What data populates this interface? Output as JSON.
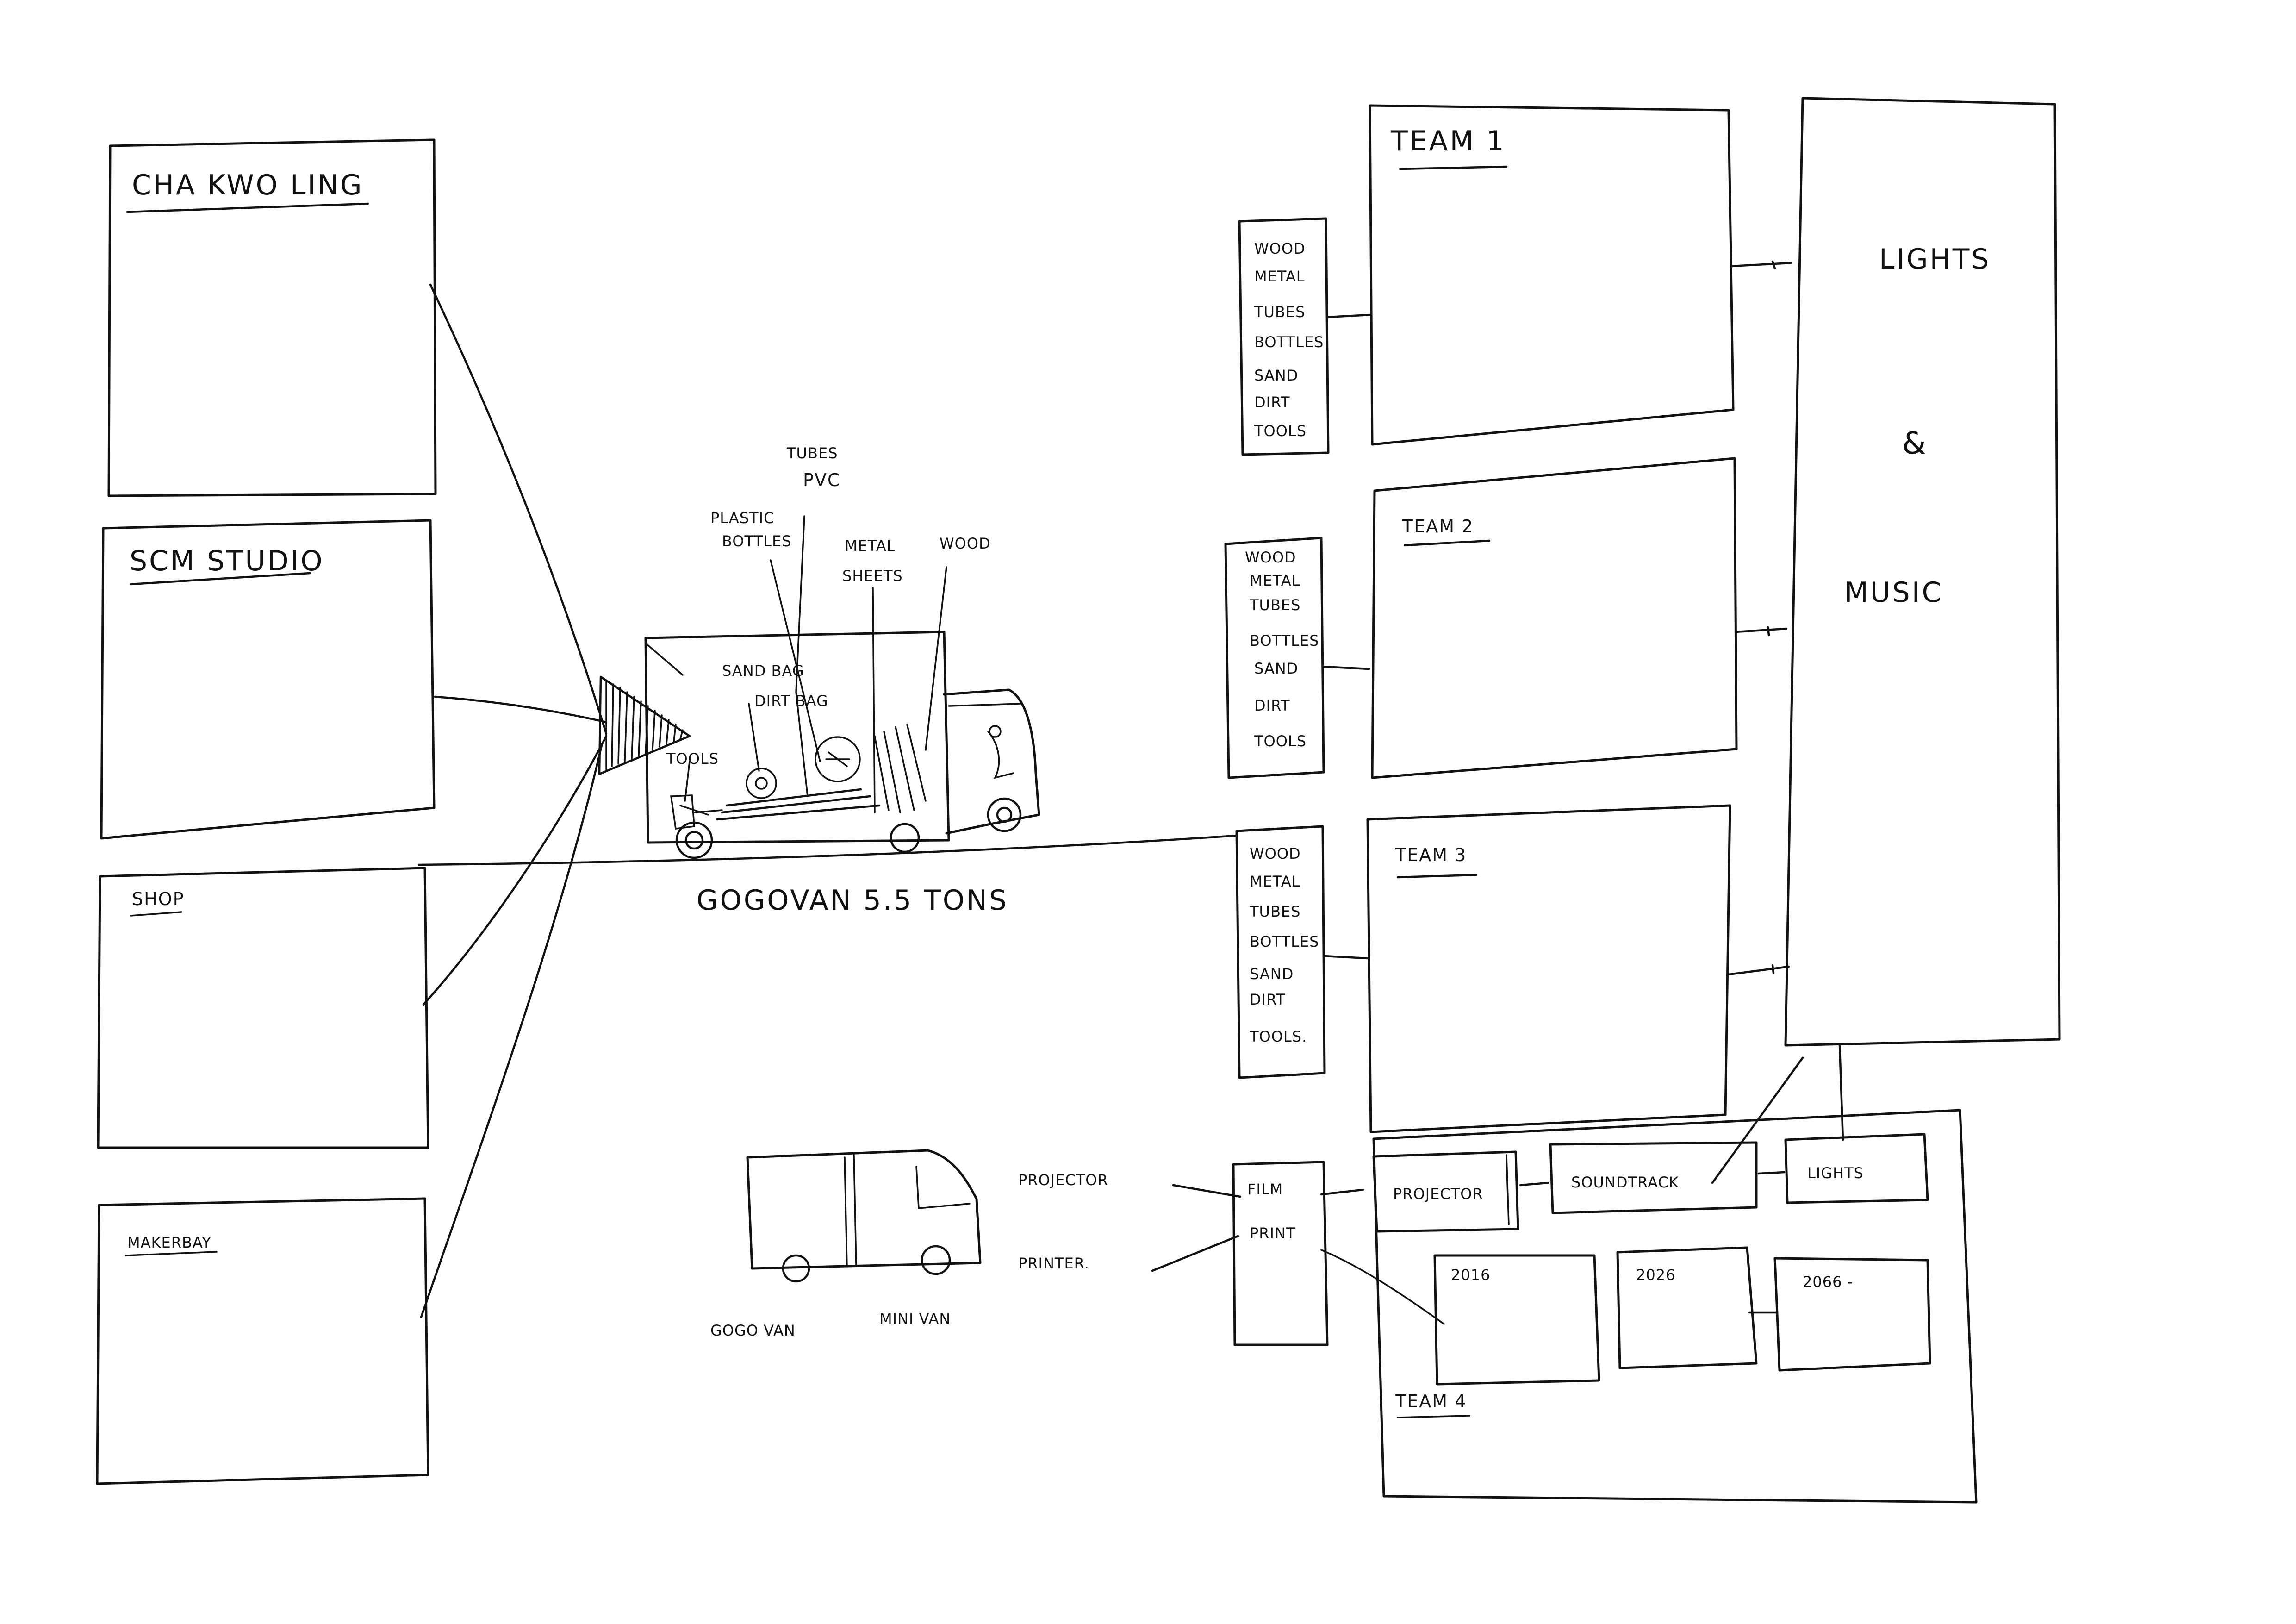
{
  "locations": [
    {
      "name": "CHA KWO LING"
    },
    {
      "name": "SCM STUDIO"
    },
    {
      "name": "SHOP"
    },
    {
      "name": "MAKERBAY"
    }
  ],
  "truck": {
    "caption": "GOGOVAN 5.5 TONS",
    "labels": {
      "tubes": "TUBES",
      "pvc": "PVC",
      "plastic": "PLASTIC",
      "bottles": "BOTTLES",
      "metal": "METAL",
      "sheets": "SHEETS",
      "wood": "WOOD",
      "sand_bag": "SAND BAG",
      "dirt_bag": "DIRT BAG",
      "tools": "TOOLS"
    }
  },
  "teams": [
    {
      "title": "TEAM 1",
      "materials": [
        "WOOD",
        "METAL",
        "TUBES",
        "BOTTLES",
        "SAND",
        "DIRT",
        "TOOLS"
      ]
    },
    {
      "title": "TEAM 2",
      "materials": [
        "WOOD",
        "METAL",
        "TUBES",
        "BOTTLES",
        "SAND",
        "DIRT",
        "TOOLS"
      ]
    },
    {
      "title": "TEAM 3",
      "materials": [
        "WOOD",
        "METAL",
        "TUBES",
        "BOTTLES",
        "SAND",
        "DIRT",
        "TOOLS."
      ]
    }
  ],
  "lights_music": {
    "line1": "LIGHTS",
    "line2": "&",
    "line3": "MUSIC"
  },
  "vans": {
    "gogo": "GOGO VAN",
    "mini": "MINI VAN"
  },
  "equipment": {
    "projector": "PROJECTOR",
    "printer": "PRINTER."
  },
  "media": [
    "FILM",
    "PRINT"
  ],
  "team4": {
    "title": "TEAM 4",
    "tools": [
      "PROJECTOR",
      "SOUNDTRACK",
      "LIGHTS"
    ],
    "years": [
      "2016",
      "2026",
      "2066 -"
    ]
  }
}
